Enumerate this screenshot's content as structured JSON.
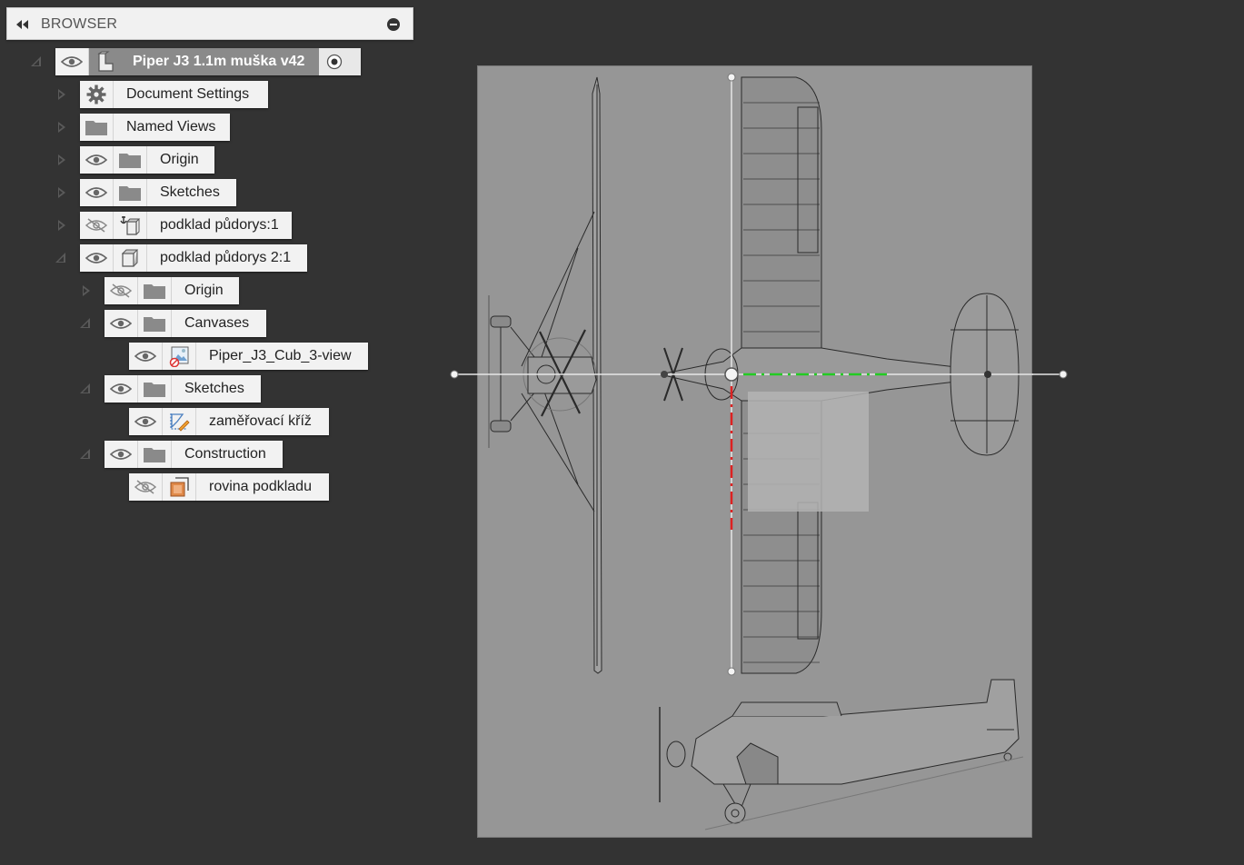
{
  "browser": {
    "title": "BROWSER",
    "collapse_icon": "double-chevron-left-icon",
    "minimize_icon": "minus-circle-icon"
  },
  "tree": {
    "root": {
      "label": "Piper J3 1.1m muška v42",
      "icon": "component-icon",
      "active_icon": "radio-active-icon"
    },
    "document_settings": {
      "label": "Document Settings",
      "icon": "gear-icon"
    },
    "named_views": {
      "label": "Named Views",
      "icon": "folder-icon"
    },
    "origin": {
      "label": "Origin",
      "icon": "folder-icon",
      "visible": true
    },
    "sketches": {
      "label": "Sketches",
      "icon": "folder-icon",
      "visible": true
    },
    "podklad1": {
      "label": "podklad půdorys:1",
      "icon": "anchored-component-icon",
      "visible": false
    },
    "podklad2": {
      "label": "podklad půdorys 2:1",
      "icon": "component-icon",
      "visible": true,
      "origin": {
        "label": "Origin",
        "icon": "folder-icon",
        "visible": false
      },
      "canvases": {
        "label": "Canvases",
        "icon": "folder-icon",
        "visible": true,
        "canvas_item": {
          "label": "Piper_J3_Cub_3-view",
          "icon": "canvas-image-icon",
          "visible": true
        }
      },
      "sketches": {
        "label": "Sketches",
        "icon": "folder-icon",
        "visible": true,
        "sketch_item": {
          "label": "zaměřovací kříž",
          "icon": "sketch-icon",
          "visible": true
        }
      },
      "construction": {
        "label": "Construction",
        "icon": "folder-icon",
        "visible": true,
        "plane_item": {
          "label": "rovina podkladu",
          "icon": "construction-plane-icon",
          "visible": false
        }
      }
    }
  },
  "colors": {
    "workspace_bg": "#333333",
    "canvas_bg": "#969696",
    "x_axis": "#22cc22",
    "y_axis": "#dd2222",
    "plane_orange": "#e08a4a"
  }
}
